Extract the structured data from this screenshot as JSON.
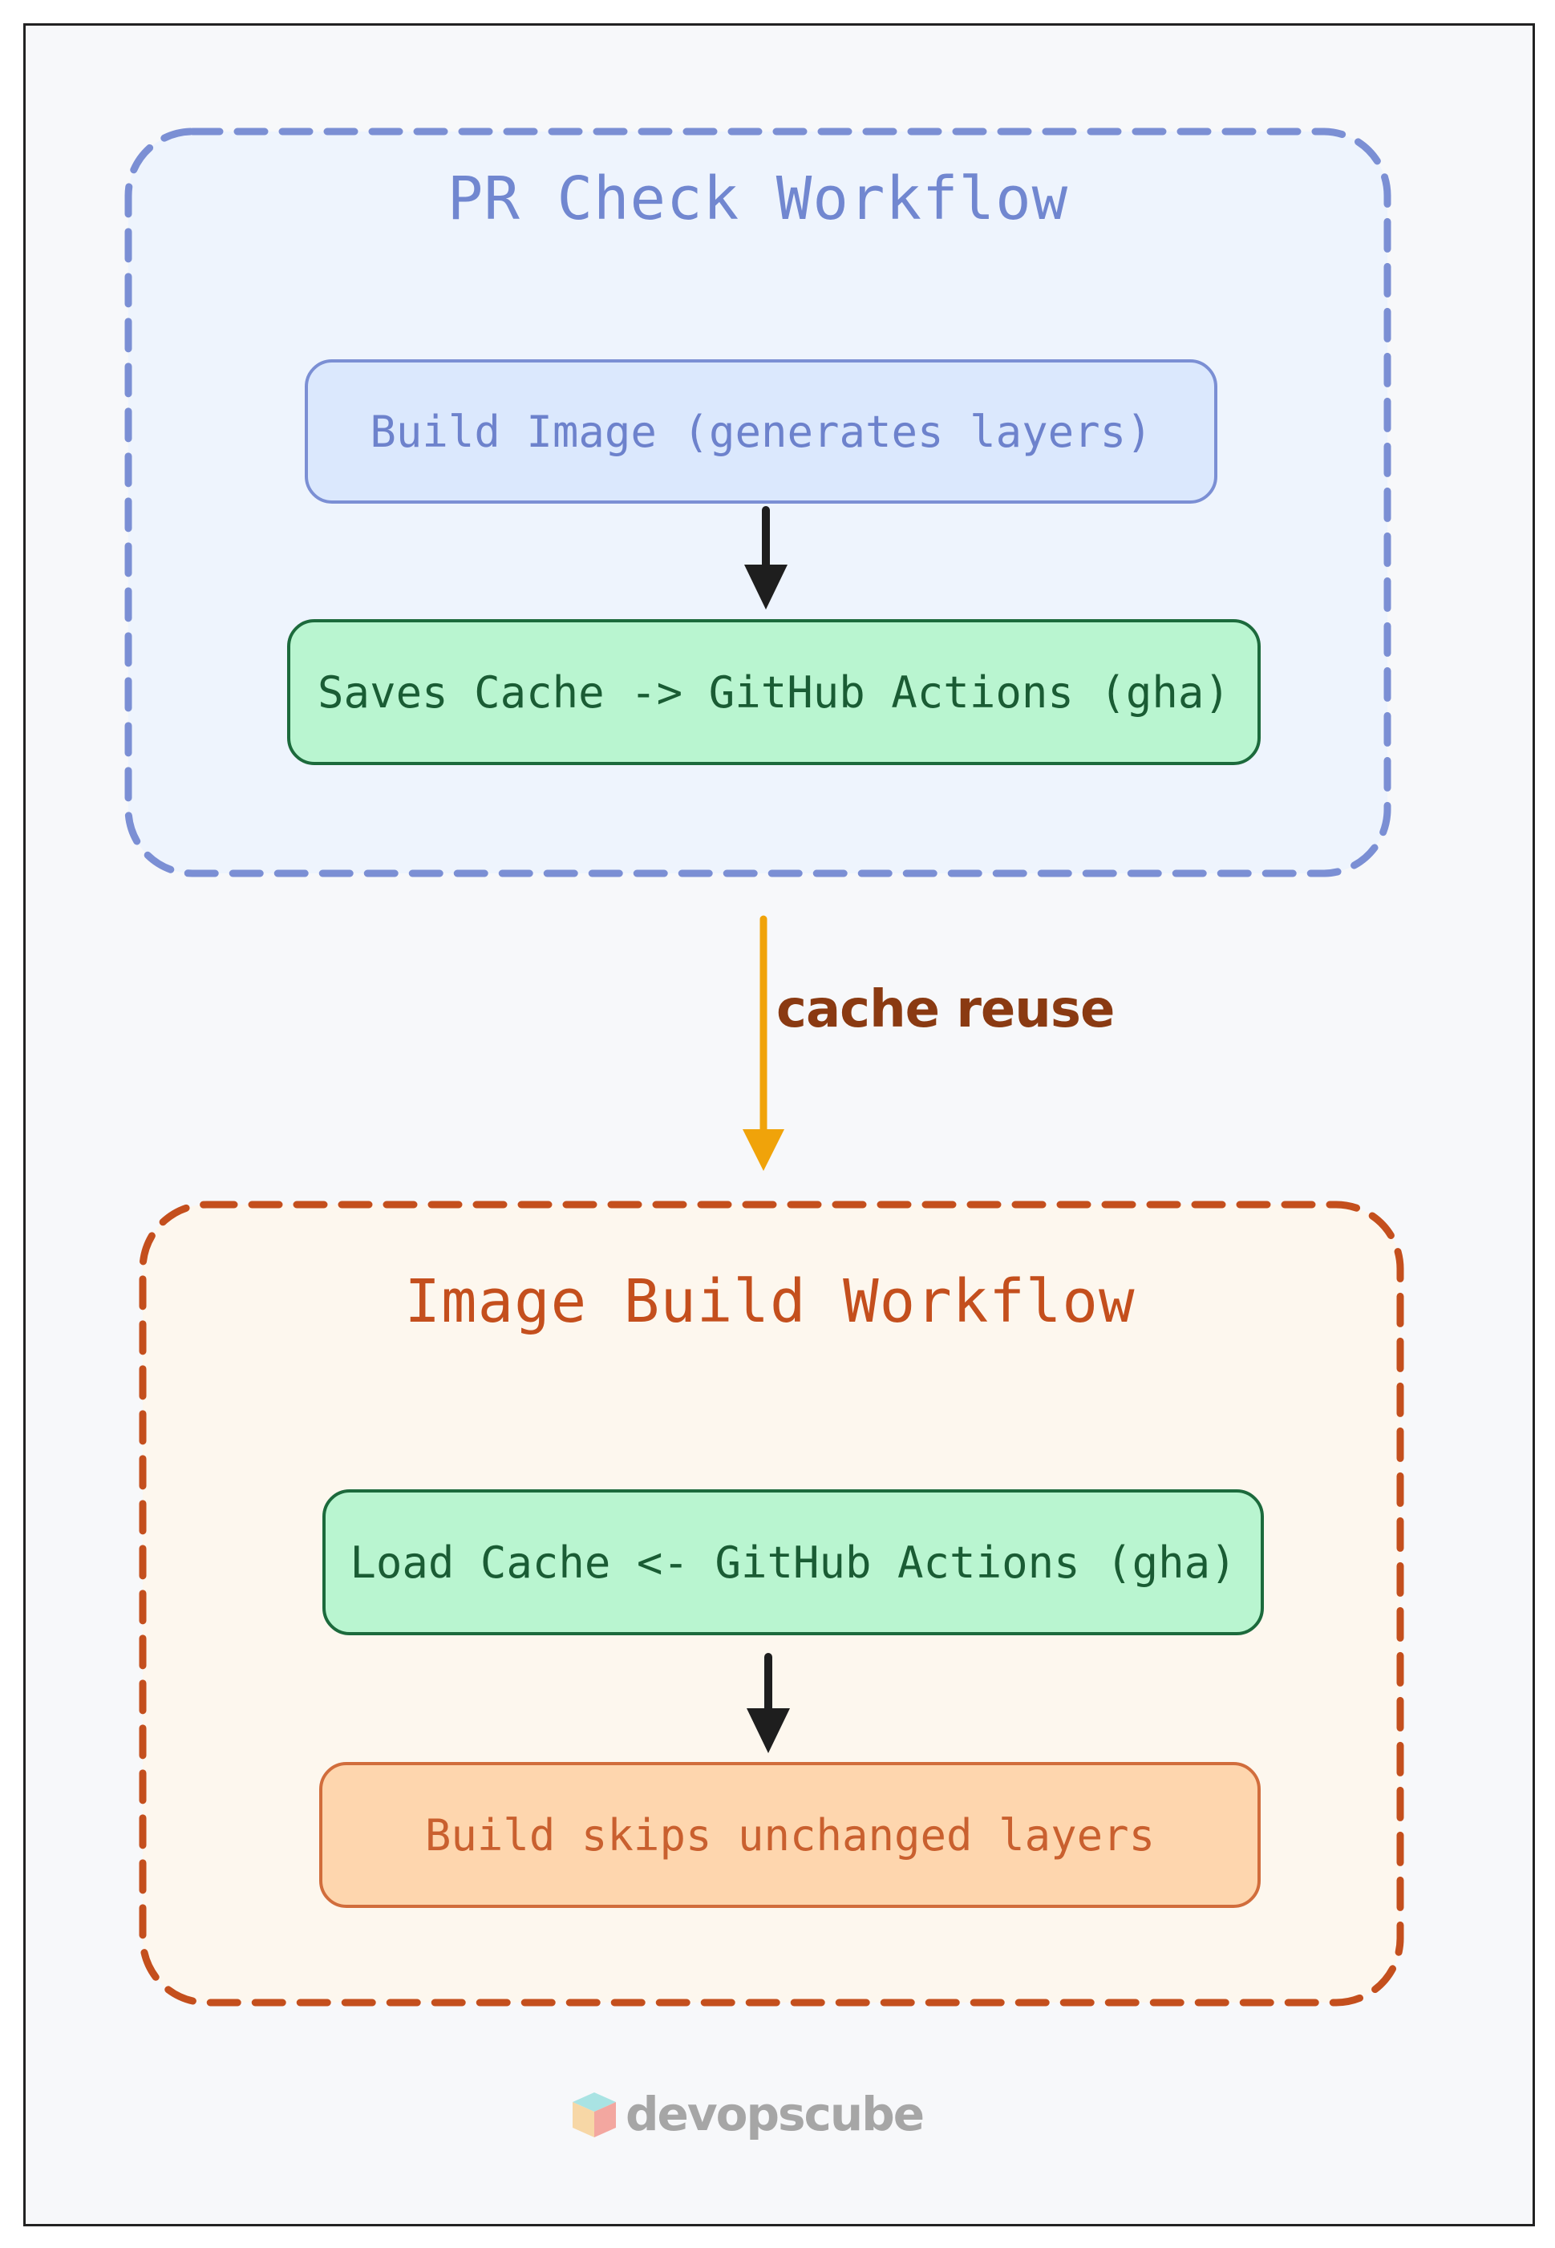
{
  "groups": {
    "pr_check": {
      "title": "PR Check Workflow",
      "stroke": "#7b8fd4",
      "fill": "#eef4fd",
      "nodes": {
        "build_image": "Build Image (generates layers)",
        "saves_cache": "Saves Cache -> GitHub Actions (gha)"
      }
    },
    "image_build": {
      "title": "Image Build Workflow",
      "stroke": "#c44f1d",
      "fill": "#fdf7ee",
      "nodes": {
        "load_cache": "Load Cache <- GitHub Actions (gha)",
        "build_skips": "Build skips unchanged layers"
      }
    }
  },
  "edges": {
    "cache_reuse": {
      "label": "cache reuse",
      "color": "#f0a30a"
    },
    "internal_color": "#1e1e1e"
  },
  "logo": {
    "text": "devopscube",
    "icon": "cube-icon"
  }
}
